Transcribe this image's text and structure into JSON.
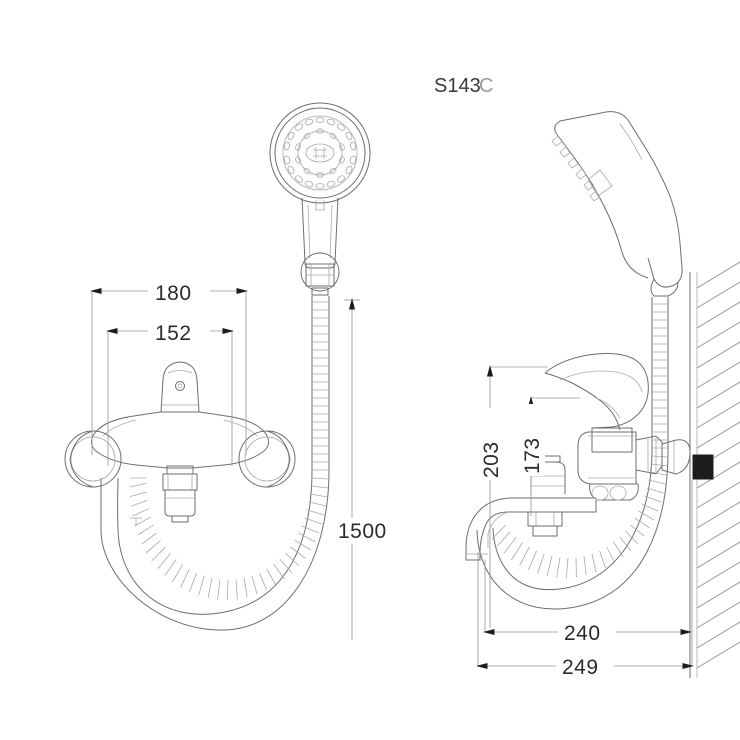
{
  "document": {
    "type": "technical-drawing",
    "product_code": "S143",
    "product_code_suffix": "C",
    "background_color": "#ffffff",
    "line_color": "#6e6e6e",
    "dimension_color": "#9a9a9a",
    "text_color": "#2b2b2b"
  },
  "dimensions": {
    "front_width_outer": "180",
    "front_width_inner": "152",
    "hose_length": "1500",
    "side_height_total": "203",
    "side_height_spout": "173",
    "side_depth_inner": "240",
    "side_depth_outer": "249"
  },
  "views": {
    "front": {
      "name": "front-elevation",
      "parts": [
        "hand-shower-head",
        "flexible-hose",
        "bath-mixer-body",
        "lever-handle",
        "wall-unions",
        "shower-outlet"
      ]
    },
    "side": {
      "name": "side-elevation",
      "parts": [
        "hand-shower-side",
        "flexible-hose",
        "bath-mixer-side",
        "lever-handle",
        "spout",
        "wall-bracket",
        "wall-hatching"
      ]
    }
  }
}
